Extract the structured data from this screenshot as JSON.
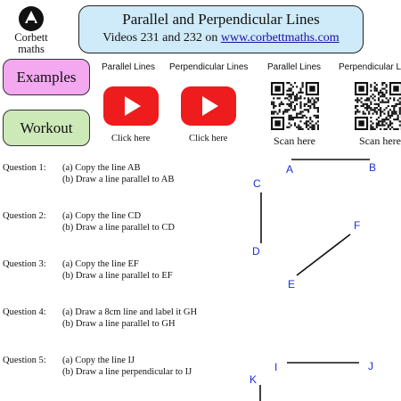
{
  "logo": {
    "line1": "Corbett",
    "line2": "maths"
  },
  "header": {
    "title": "Parallel and Perpendicular Lines",
    "subtitle_prefix": "Videos 231 and 232 on ",
    "link_text": "www.corbettmaths.com"
  },
  "buttons": {
    "examples": "Examples",
    "workout": "Workout"
  },
  "media": [
    {
      "label": "Parallel Lines",
      "caption": "Click here",
      "kind": "youtube"
    },
    {
      "label": "Perpendicular Lines",
      "caption": "Click here",
      "kind": "youtube"
    },
    {
      "label": "Parallel Lines",
      "caption": "Scan here",
      "kind": "qr"
    },
    {
      "label": "Perpendicular Lines",
      "caption": "Scan here",
      "kind": "qr"
    }
  ],
  "questions": [
    {
      "number": "Question 1:",
      "a": "(a)  Copy the line AB",
      "b": "(b)  Draw a line parallel to AB"
    },
    {
      "number": "Question 2:",
      "a": "(a)  Copy the line CD",
      "b": "(b)  Draw a line parallel to CD"
    },
    {
      "number": "Question 3:",
      "a": "(a)  Copy the line EF",
      "b": "(b)  Draw a line parallel to EF"
    },
    {
      "number": "Question 4:",
      "a": "(a)  Draw a 8cm line and label it GH",
      "b": "(b)  Draw a line parallel to GH"
    },
    {
      "number": "Question 5:",
      "a": "(a)  Copy the line IJ",
      "b": "(b)  Draw a line perpendicular to IJ"
    }
  ],
  "points": [
    "A",
    "B",
    "C",
    "D",
    "E",
    "F",
    "I",
    "J",
    "K"
  ],
  "colors": {
    "title_bg": "#cfeaf8",
    "examples_bg": "#f3a8f0",
    "workout_bg": "#cde9b8",
    "youtube_red": "#ee1c1c",
    "label_blue": "#1b2fd6"
  }
}
